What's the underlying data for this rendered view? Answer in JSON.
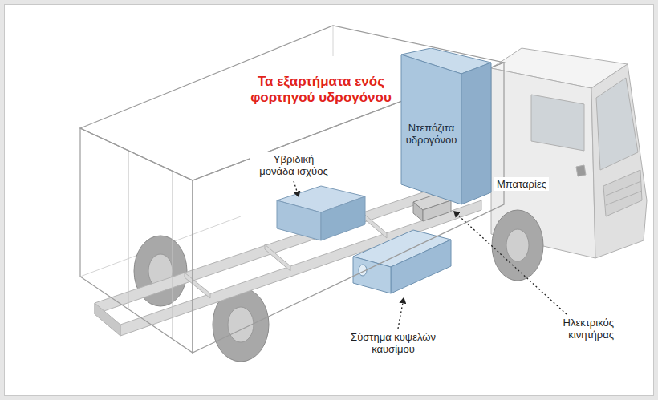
{
  "diagram": {
    "title": "Τα εξαρτήματα ενός φορτηγού υδρογόνου",
    "nodes": [
      {
        "text": [
          "Ντεπόζιτα υδρογόνου"
        ]
      }
    ],
    "labels": [
      "Υβριδική μονάδα ισχύος",
      "Μπαταρίες",
      "Ηλεκτρικός κινητήρας",
      "Σύστημα κυψελών καυσίμου"
    ]
  }
}
